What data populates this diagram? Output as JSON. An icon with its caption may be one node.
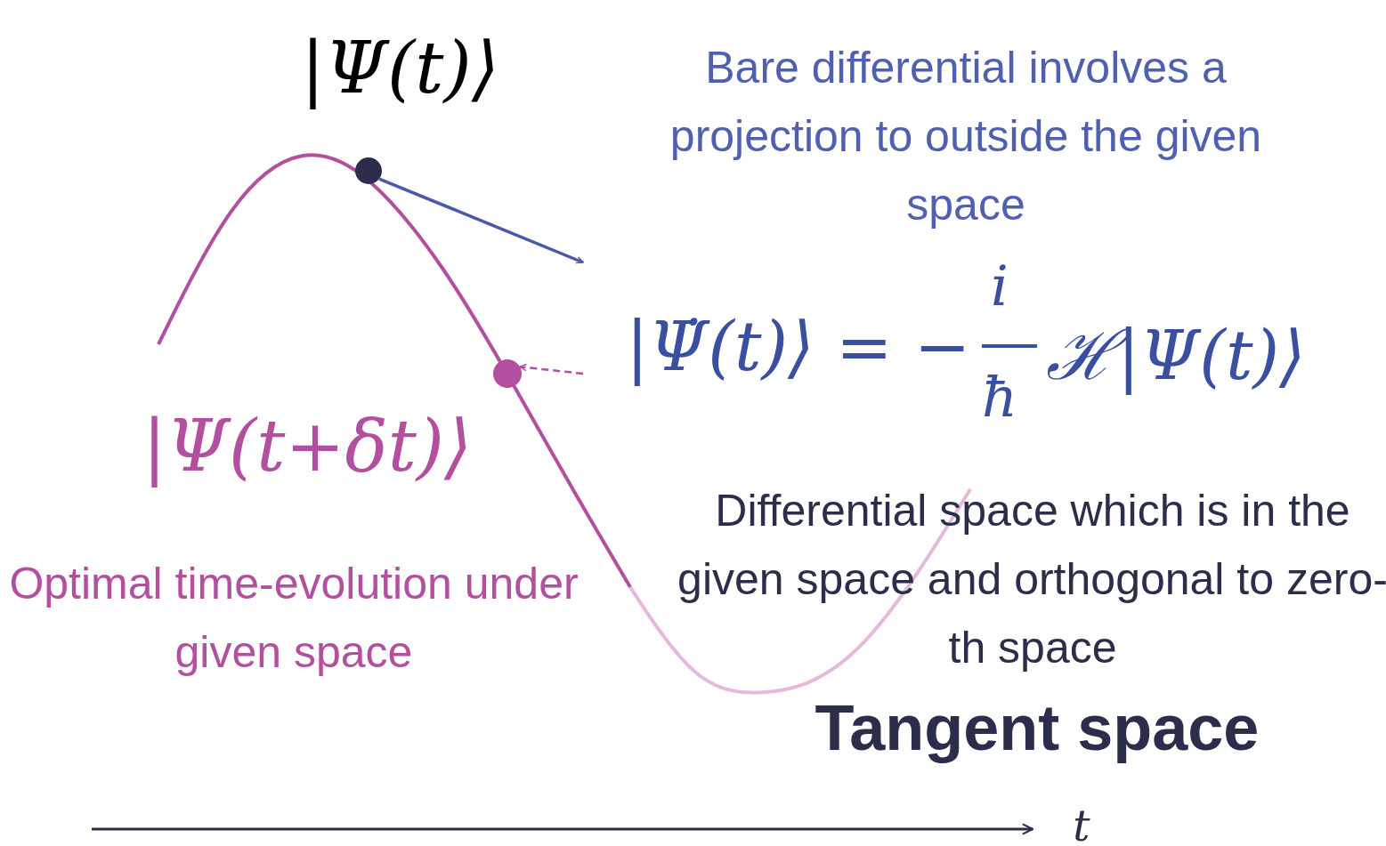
{
  "diagram": {
    "nodes": [
      {
        "text": [],
        "shape": "circle",
        "beside": [
          "|Ψ(t)⟩"
        ]
      },
      {
        "text": [
          "|Ψ̇(t)⟩ = −",
          "i",
          "ħ",
          "ℋ|Ψ(t)⟩"
        ]
      },
      {
        "text": [],
        "shape": "circle",
        "beside": [
          "|Ψ(t+δt)⟩"
        ]
      }
    ],
    "edges": [
      {
        "from": 0,
        "to": 1,
        "arrow": "to",
        "color": "#4a5aa8"
      },
      {
        "from": 1,
        "to": 2,
        "arrow": "to",
        "style": "dashed",
        "color": "#b24f9e"
      }
    ],
    "labels": [
      "Bare differential involves a projection to outside the given space",
      "Optimal time-evolution under given space",
      "Differential space which is in the given space and orthogonal to zero-th space",
      "Tangent space",
      "t"
    ]
  }
}
